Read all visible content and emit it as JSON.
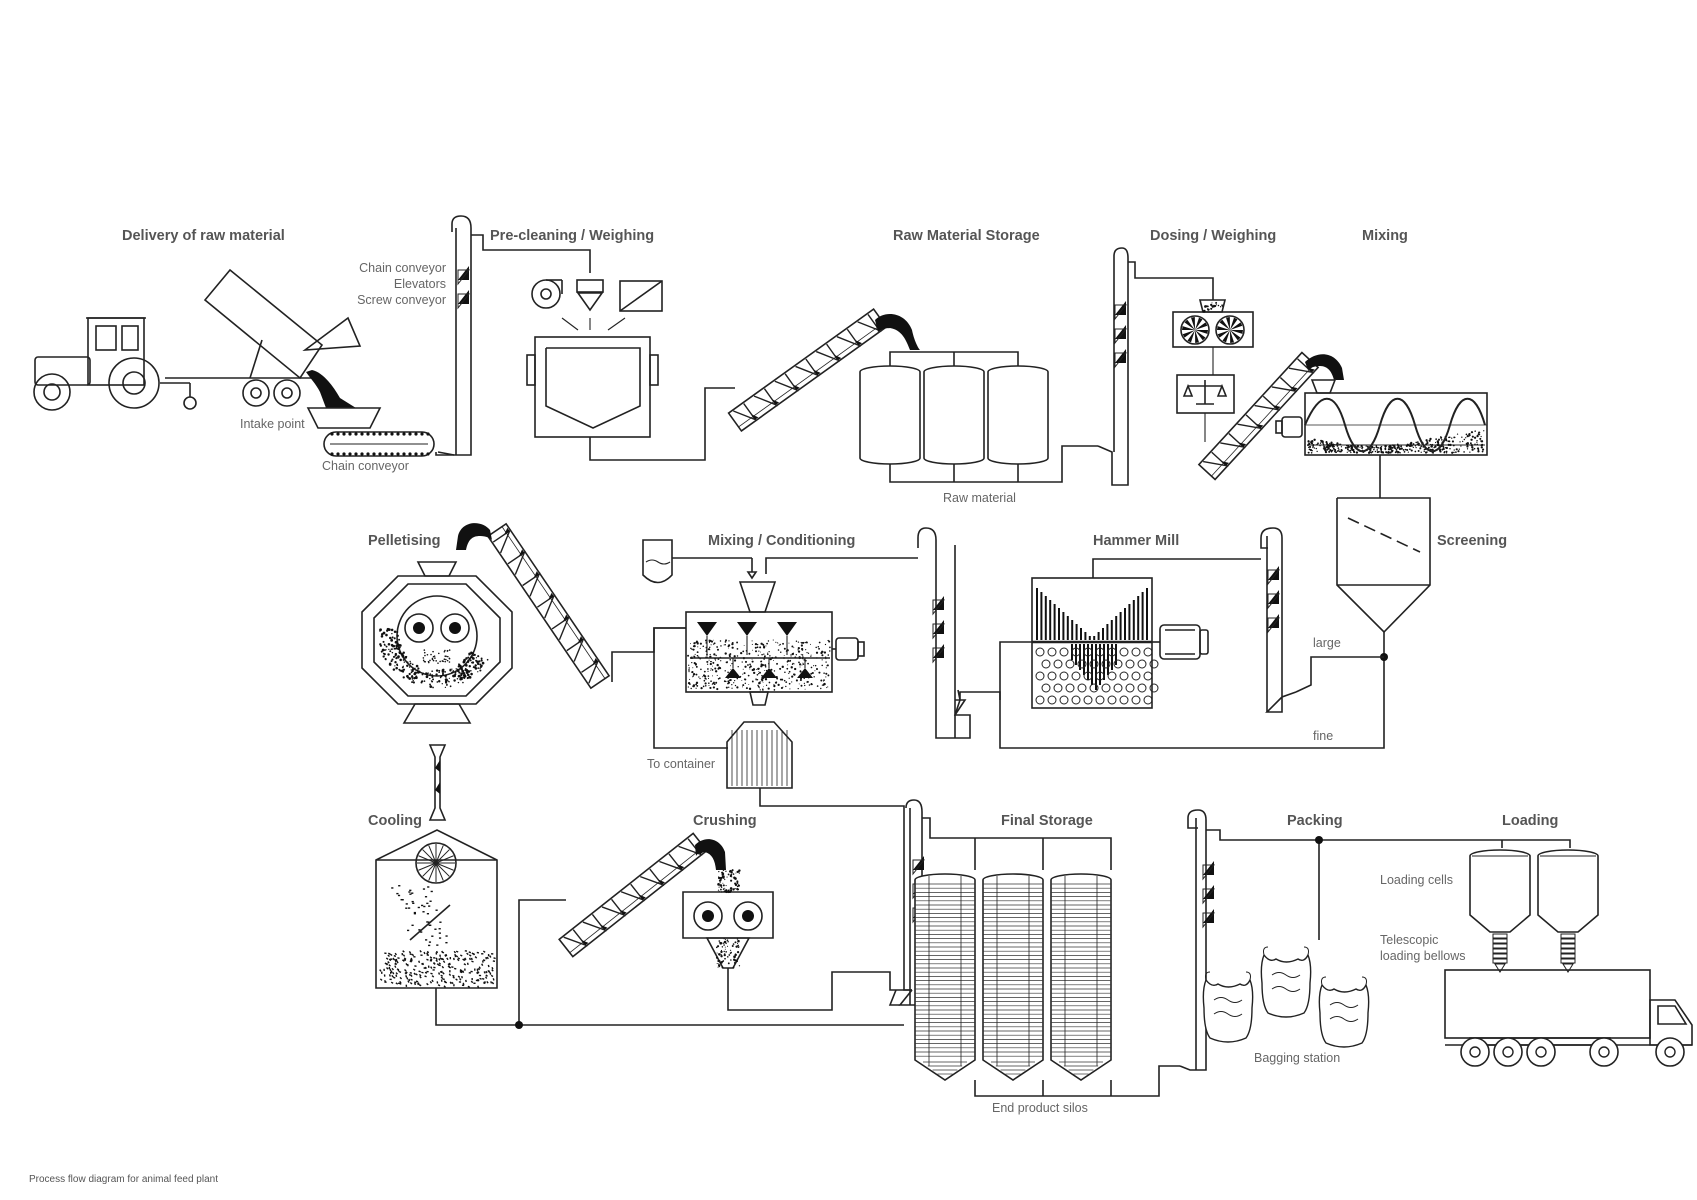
{
  "diagram": {
    "caption": "Process flow diagram for animal feed plant",
    "titles": {
      "delivery": "Delivery of raw material",
      "precleaning": "Pre-cleaning / Weighing",
      "raw_storage": "Raw Material Storage",
      "dosing": "Dosing / Weighing",
      "mixing": "Mixing",
      "pelletising": "Pelletising",
      "mixing_conditioning": "Mixing / Conditioning",
      "hammer_mill": "Hammer Mill",
      "screening": "Screening",
      "cooling": "Cooling",
      "crushing": "Crushing",
      "final_storage": "Final Storage",
      "packing": "Packing",
      "loading": "Loading"
    },
    "labels": {
      "chain_conveyor_1": "Chain conveyor",
      "elevators": "Elevators",
      "screw_conveyor": "Screw conveyor",
      "intake_point": "Intake point",
      "chain_conveyor_2": "Chain conveyor",
      "raw_material": "Raw material",
      "large": "large",
      "fine": "fine",
      "to_container": "To container",
      "end_product_silos": "End product silos",
      "bagging_station": "Bagging station",
      "loading_cells": "Loading cells",
      "telescopic_1": "Telescopic",
      "telescopic_2": "loading bellows"
    },
    "colors": {
      "line": "#222222",
      "title": "#555555",
      "label": "#666666"
    }
  }
}
